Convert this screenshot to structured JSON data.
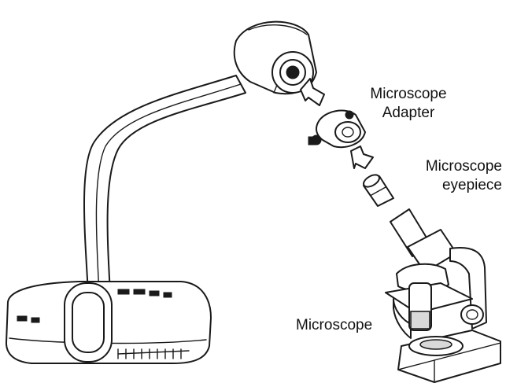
{
  "labels": {
    "adapter_line1": "Microscope",
    "adapter_line2": "Adapter",
    "eyepiece_line1": "Microscope",
    "eyepiece_line2": "eyepiece",
    "microscope": "Microscope"
  },
  "icons": {
    "arrow_up": "hollow-arrow-up-left-icon",
    "arrow_down": "hollow-arrow-down-right-icon"
  },
  "colors": {
    "line": "#1a1a1a",
    "fill": "#ffffff",
    "shade": "#d9d9d9"
  }
}
